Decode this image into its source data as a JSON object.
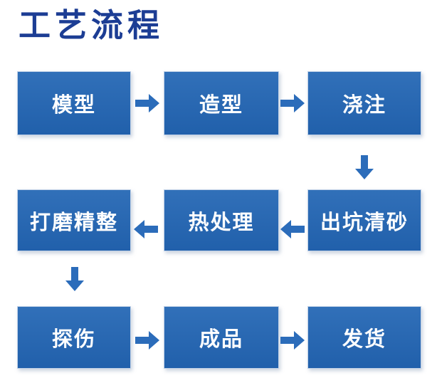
{
  "page_title": "工艺流程",
  "colors": {
    "background": "#ffffff",
    "title_color": "#1c3d94",
    "box_gradient_top": "#3170b9",
    "box_gradient_bottom": "#2160ab",
    "box_text_color": "#ffffff",
    "arrow_color": "#2b6cba"
  },
  "flow": {
    "row1": {
      "direction": "right",
      "steps": [
        {
          "label": "模型"
        },
        {
          "label": "造型"
        },
        {
          "label": "浇注"
        }
      ]
    },
    "row2": {
      "direction": "left",
      "steps": [
        {
          "label": "打磨精整"
        },
        {
          "label": "热处理"
        },
        {
          "label": "出坑清砂"
        }
      ]
    },
    "row3": {
      "direction": "right",
      "steps": [
        {
          "label": "探伤"
        },
        {
          "label": "成品"
        },
        {
          "label": "发货"
        }
      ]
    }
  }
}
